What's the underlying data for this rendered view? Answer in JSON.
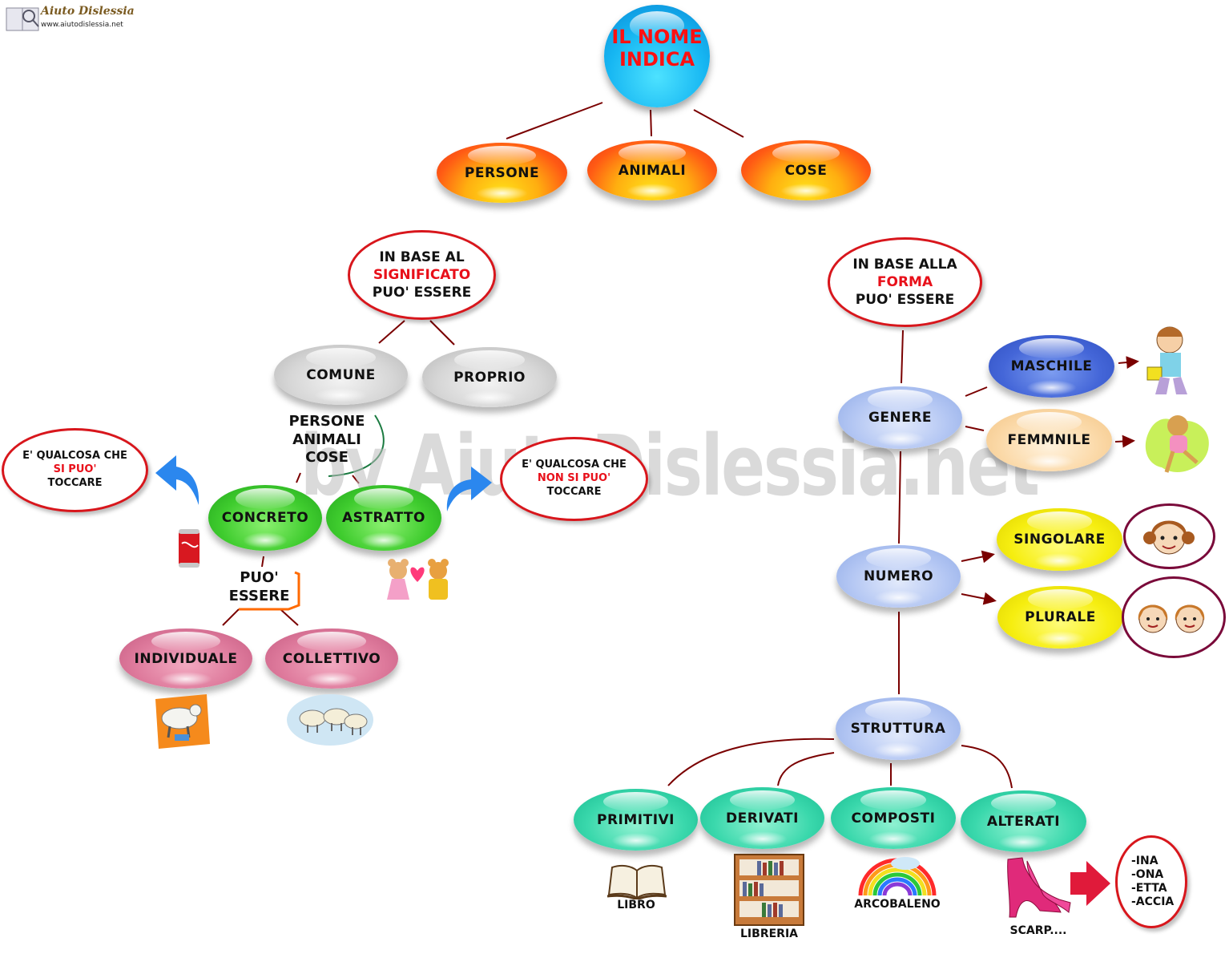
{
  "logo": {
    "title": "Aiuto Dislessia",
    "url": "www.aiutodislessia.net"
  },
  "watermark": "by AiutoDislessia.net",
  "root": {
    "line1": "IL NOME",
    "line2": "INDICA"
  },
  "indicates": [
    "PERSONE",
    "ANIMALI",
    "COSE"
  ],
  "meaning": {
    "heading_top": "IN  BASE AL",
    "heading_red": "SIGNIFICATO",
    "heading_bottom": "PUO' ESSERE",
    "comune": "COMUNE",
    "proprio": "PROPRIO",
    "comune_note": [
      "PERSONE",
      "ANIMALI",
      "COSE"
    ],
    "concreto": "CONCRETO",
    "astratto": "ASTRATTO",
    "concreto_note": {
      "top": "E' QUALCOSA CHE",
      "red": "SI PUO'",
      "bottom": "TOCCARE"
    },
    "astratto_note": {
      "top": "E' QUALCOSA CHE",
      "red": "NON SI PUO'",
      "bottom": "TOCCARE"
    },
    "can_be": [
      "PUO'",
      "ESSERE"
    ],
    "individuale": "INDIVIDUALE",
    "collettivo": "COLLETTIVO"
  },
  "form": {
    "heading_top": "IN  BASE ALLA",
    "heading_red": "FORMA",
    "heading_bottom": "PUO' ESSERE",
    "genere": "GENERE",
    "maschile": "MASCHILE",
    "femminile": "FEMMNILE",
    "numero": "NUMERO",
    "singolare": "SINGOLARE",
    "plurale": "PLURALE",
    "struttura": "STRUTTURA",
    "types": [
      "PRIMITIVI",
      "DERIVATI",
      "COMPOSTI",
      "ALTERATI"
    ],
    "examples": [
      "LIBRO",
      "LIBRERIA",
      "ARCOBALENO",
      "SCARP...."
    ],
    "suffixes": [
      "-INA",
      "-ONA",
      "-ETTA",
      "-ACCIA"
    ]
  },
  "colors": {
    "accent_red": "#e8101a",
    "connector": "#7a0000",
    "arrow_blue": "#2b87ee",
    "watermark": "#bdbdbd"
  }
}
